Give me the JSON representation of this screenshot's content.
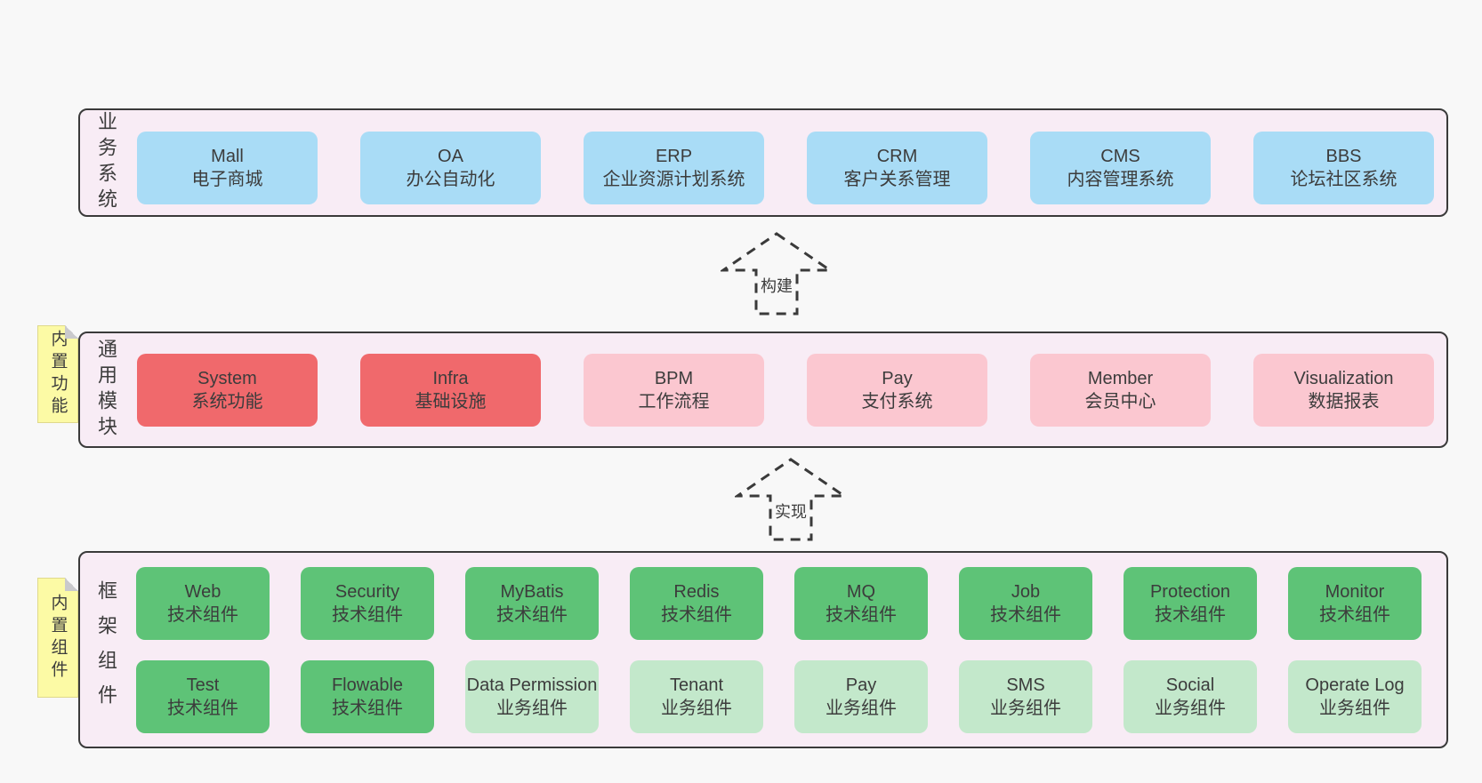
{
  "colors": {
    "page_bg": "#f8f8f8",
    "section_bg": "#f8ecf5",
    "section_border": "#3a3a3a",
    "blue": "#a9dcf6",
    "red": "#f0696c",
    "pink": "#fbc7d0",
    "green_dark": "#5ec377",
    "green_light": "#c3e8cb",
    "sticky_yellow": "#fcfaa5",
    "fold_gray": "#c9c9cc",
    "text": "#3c3c3c"
  },
  "arrows": {
    "build": "构建",
    "implement": "实现"
  },
  "business": {
    "label": "业务系统",
    "boxes": [
      {
        "name": "Mall",
        "desc": "电子商城"
      },
      {
        "name": "OA",
        "desc": "办公自动化"
      },
      {
        "name": "ERP",
        "desc": "企业资源计划系统"
      },
      {
        "name": "CRM",
        "desc": "客户关系管理"
      },
      {
        "name": "CMS",
        "desc": "内容管理系统"
      },
      {
        "name": "BBS",
        "desc": "论坛社区系统"
      }
    ]
  },
  "modules": {
    "label": "通用模块",
    "sticky": "内置功能",
    "boxes": [
      {
        "name": "System",
        "desc": "系统功能"
      },
      {
        "name": "Infra",
        "desc": "基础设施"
      },
      {
        "name": "BPM",
        "desc": "工作流程"
      },
      {
        "name": "Pay",
        "desc": "支付系统"
      },
      {
        "name": "Member",
        "desc": "会员中心"
      },
      {
        "name": "Visualization",
        "desc": "数据报表"
      }
    ]
  },
  "components": {
    "label": "框架组件",
    "sticky": "内置组件",
    "rows": [
      [
        {
          "name": "Web",
          "desc": "技术组件"
        },
        {
          "name": "Security",
          "desc": "技术组件"
        },
        {
          "name": "MyBatis",
          "desc": "技术组件"
        },
        {
          "name": "Redis",
          "desc": "技术组件"
        },
        {
          "name": "MQ",
          "desc": "技术组件"
        },
        {
          "name": "Job",
          "desc": "技术组件"
        },
        {
          "name": "Protection",
          "desc": "技术组件"
        },
        {
          "name": "Monitor",
          "desc": "技术组件"
        }
      ],
      [
        {
          "name": "Test",
          "desc": "技术组件"
        },
        {
          "name": "Flowable",
          "desc": "技术组件"
        },
        {
          "name": "Data Permission",
          "desc": "业务组件"
        },
        {
          "name": "Tenant",
          "desc": "业务组件"
        },
        {
          "name": "Pay",
          "desc": "业务组件"
        },
        {
          "name": "SMS",
          "desc": "业务组件"
        },
        {
          "name": "Social",
          "desc": "业务组件"
        },
        {
          "name": "Operate Log",
          "desc": "业务组件"
        }
      ]
    ]
  }
}
